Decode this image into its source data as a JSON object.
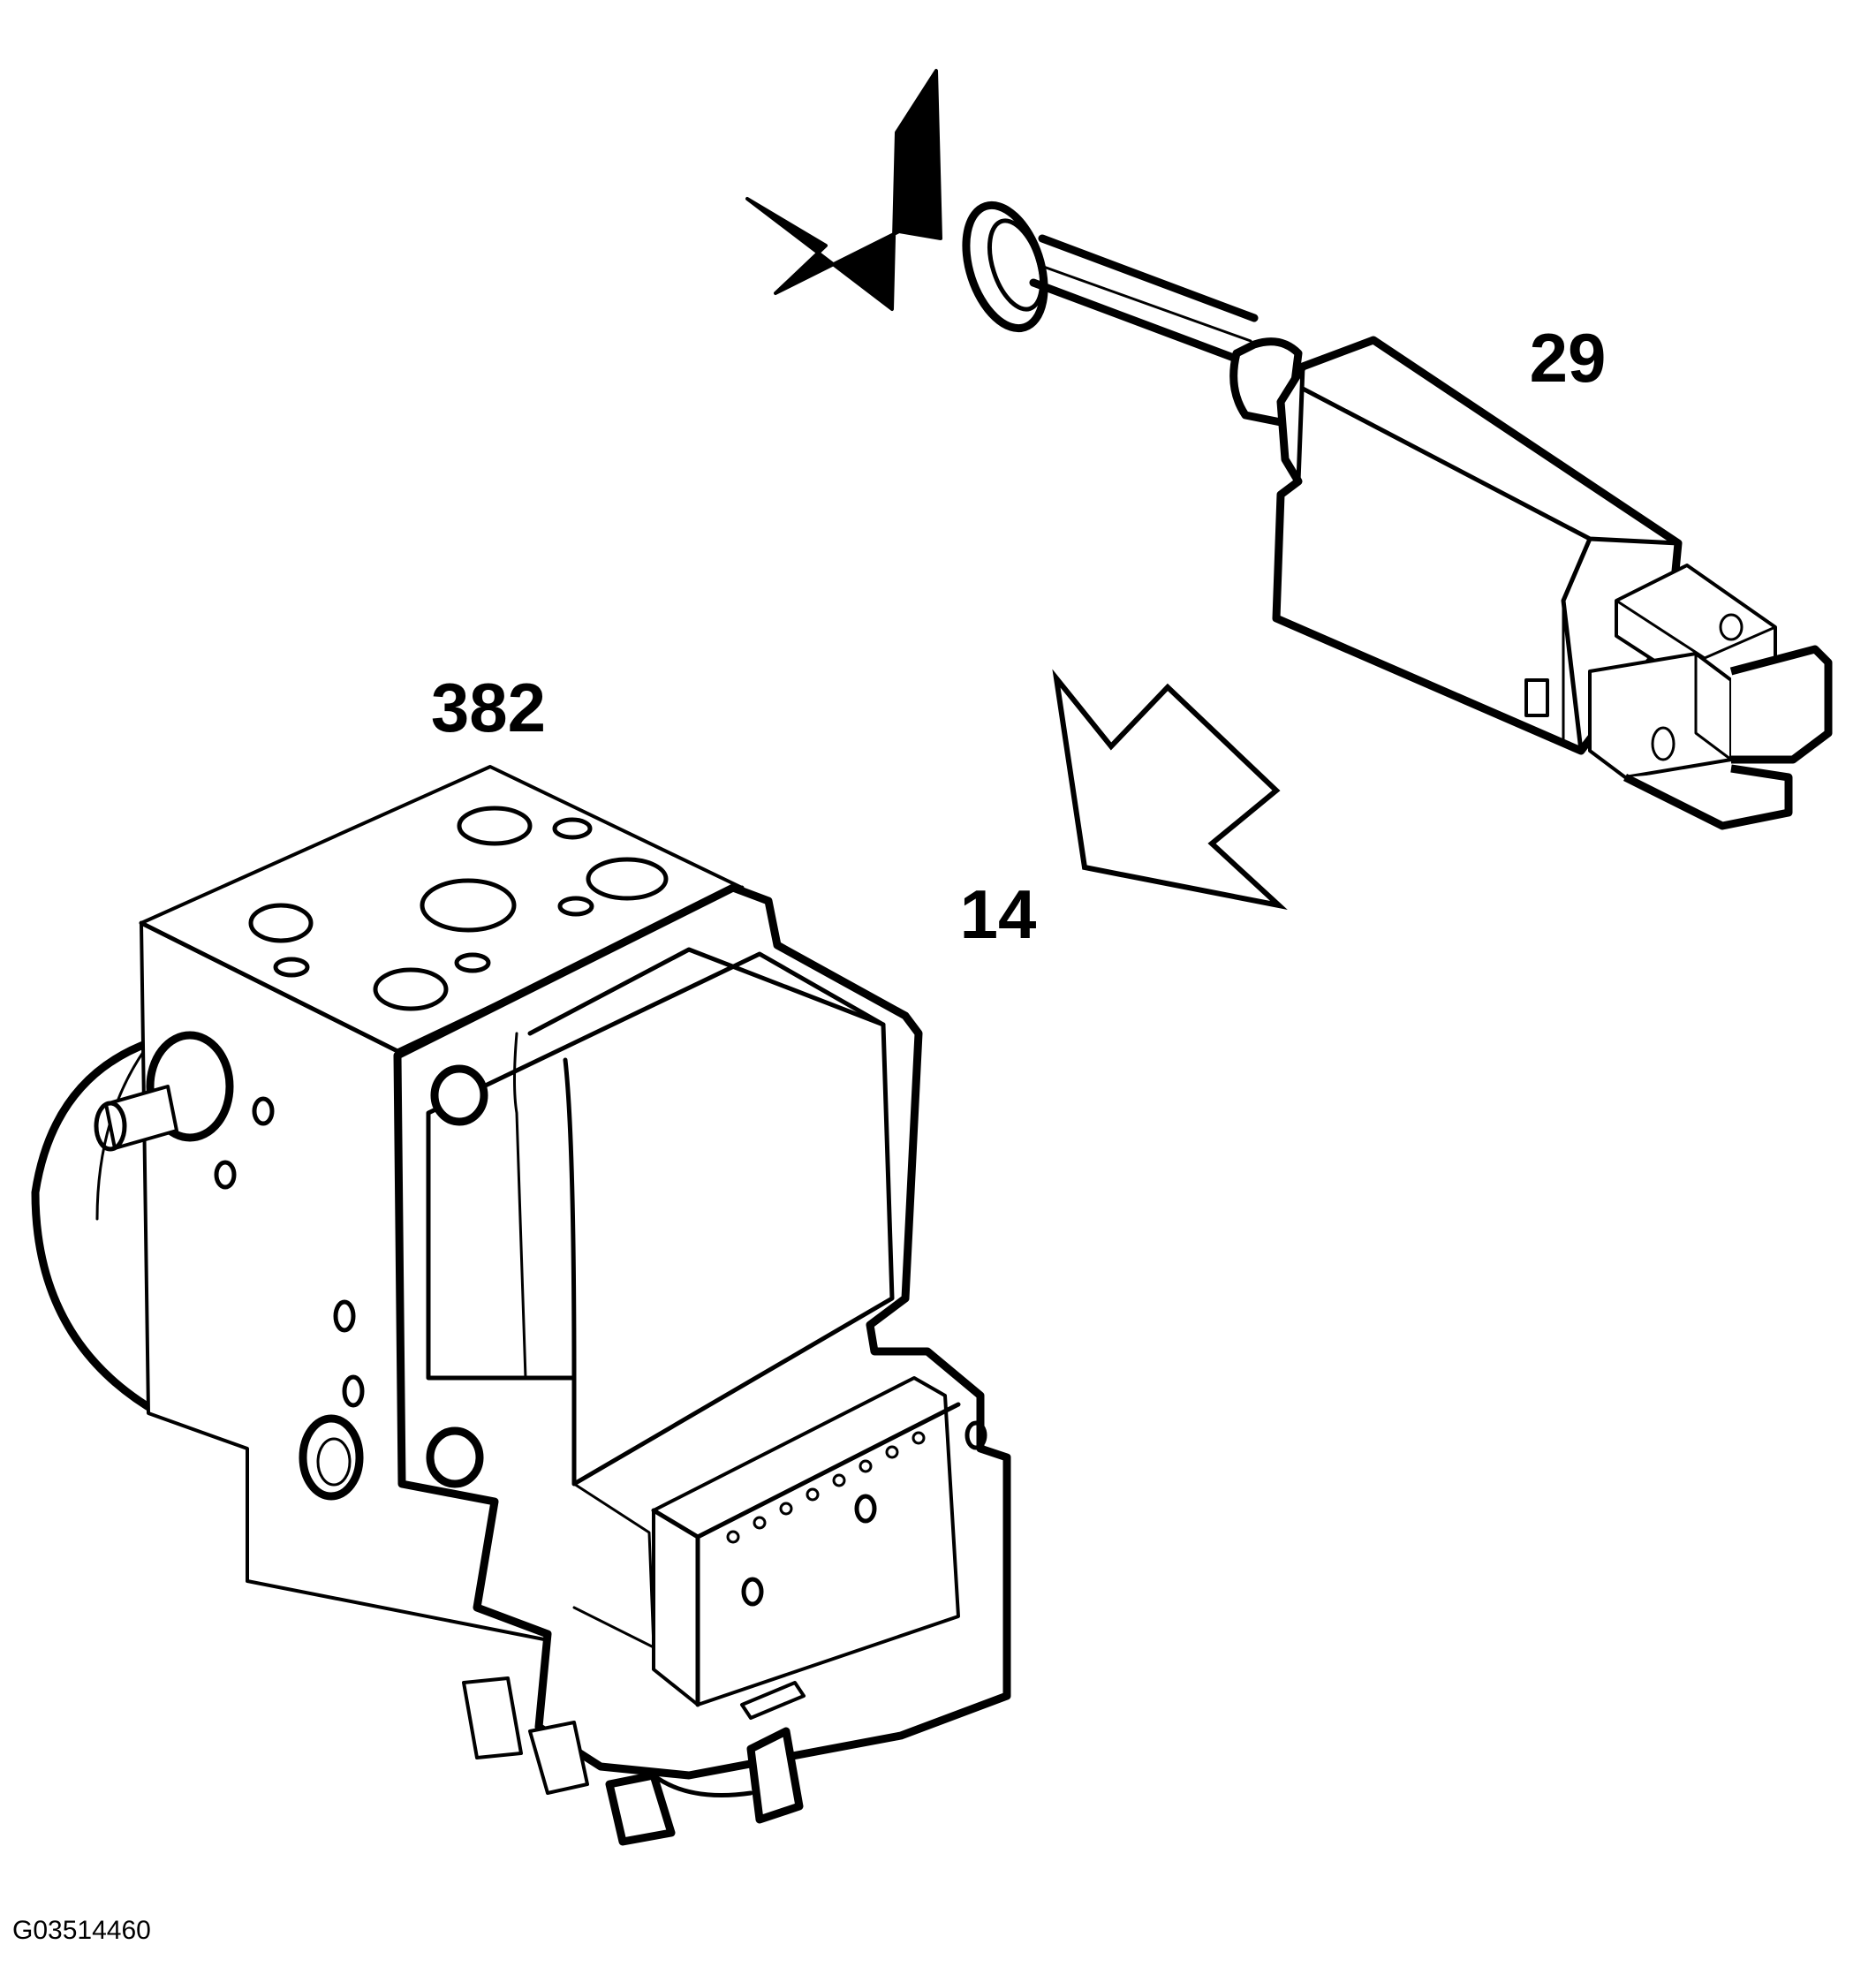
{
  "callouts": {
    "switch_number": "29",
    "module_number": "382",
    "view_number": "14"
  },
  "figure_code": "G03514460",
  "icons": {
    "solid_arrow": "arrow-solid-icon",
    "outline_arrow": "arrow-outline-icon"
  },
  "colors": {
    "line": "#000000",
    "background": "#ffffff"
  }
}
